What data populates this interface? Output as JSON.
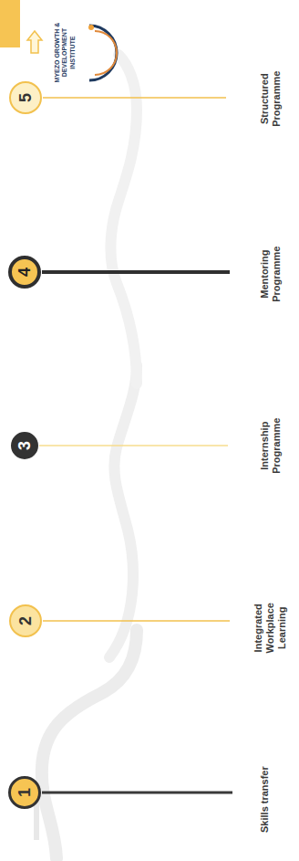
{
  "diagram": {
    "nodes": [
      {
        "text": [
          "1"
        ]
      },
      {
        "text": [
          "2"
        ]
      },
      {
        "text": [
          "3"
        ]
      },
      {
        "text": [
          "4"
        ]
      },
      {
        "text": [
          "5"
        ]
      }
    ],
    "labels": [
      "Skills transfer",
      "Integrated Workplace Learning",
      "Internship Programme",
      "Mentoring Programme",
      "Structured Programme",
      "MYEZO GROWTH & DEVELOPMENT INSTITUTE"
    ]
  }
}
